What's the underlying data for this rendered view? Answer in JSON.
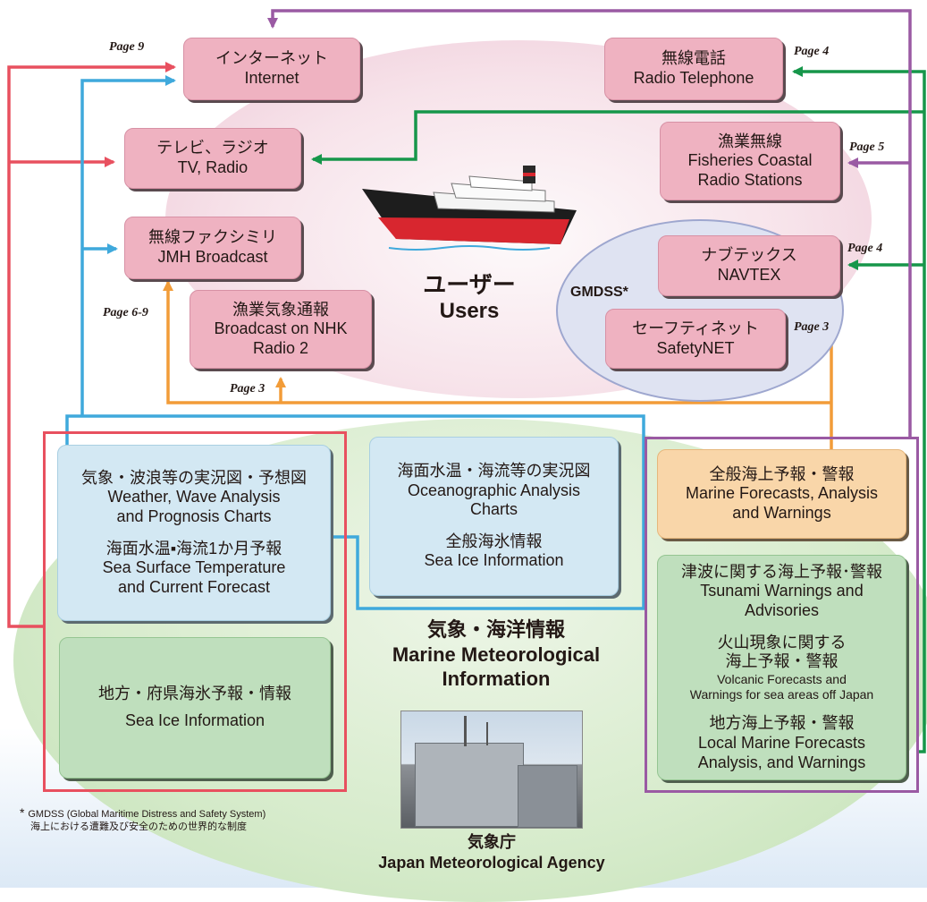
{
  "users": {
    "jp": "ユーザー",
    "en": "Users"
  },
  "gmdss_label": "GMDSS*",
  "nodes": {
    "internet": {
      "jp": "インターネット",
      "en": "Internet"
    },
    "tv_radio": {
      "jp": "テレビ、ラジオ",
      "en": "TV, Radio"
    },
    "jmh": {
      "jp": "無線ファクシミリ",
      "en": "JMH Broadcast"
    },
    "nhk": {
      "jp": "漁業気象通報",
      "en1": "Broadcast on NHK",
      "en2": "Radio 2"
    },
    "radio_tel": {
      "jp": "無線電話",
      "en": "Radio Telephone"
    },
    "fisheries": {
      "jp": "漁業無線",
      "en1": "Fisheries Coastal",
      "en2": "Radio Stations"
    },
    "navtex": {
      "jp": "ナブテックス",
      "en": "NAVTEX"
    },
    "safetynet": {
      "jp": "セーフティネット",
      "en": "SafetyNET"
    }
  },
  "pages": {
    "internet": "Page 9",
    "radio_tel": "Page 4",
    "fisheries": "Page 5",
    "navtex": "Page 4",
    "safetynet": "Page 3",
    "jmh": "Page 6-9",
    "nhk": "Page 3"
  },
  "info": {
    "weather": {
      "jp": "気象・波浪等の実況図・予想図",
      "en1": "Weather, Wave Analysis",
      "en2": "and Prognosis Charts"
    },
    "sst": {
      "jp": "海面水温▪海流1か月予報",
      "en1": "Sea Surface Temperature",
      "en2": "and Current Forecast"
    },
    "ocean": {
      "jp": "海面水温・海流等の実況図",
      "en1": "Oceanographic Analysis",
      "en2": "Charts"
    },
    "seaice": {
      "jp": "全般海氷情報",
      "en": "Sea Ice Information"
    },
    "local_ice": {
      "jp": "地方・府県海氷予報・情報",
      "en": "Sea Ice Information"
    },
    "marine": {
      "jp": "全般海上予報・警報",
      "en1": "Marine Forecasts, Analysis",
      "en2": "and Warnings"
    },
    "tsunami": {
      "jp": "津波に関する海上予報･警報",
      "en1": "Tsunami Warnings and",
      "en2": "Advisories"
    },
    "volcano": {
      "jp1": "火山現象に関する",
      "jp2": "海上予報・警報",
      "en1": "Volcanic Forecasts and",
      "en2": "Warnings for sea areas off Japan"
    },
    "local_marine": {
      "jp": "地方海上予報・警報",
      "en1": "Local Marine Forecasts",
      "en2": "Analysis, and Warnings"
    }
  },
  "center": {
    "jp": "気象・海洋情報",
    "en1": "Marine Meteorological",
    "en2": "Information"
  },
  "agency": {
    "jp": "気象庁",
    "en": "Japan Meteorological Agency"
  },
  "footnote": {
    "line1": "GMDSS (Global Maritime Distress and Safety System)",
    "line2": "海上における遭難及び安全のための世界的な制度"
  },
  "colors": {
    "red": "#e8505f",
    "blue": "#3fa9dc",
    "green": "#16964a",
    "purple": "#9a5aa3",
    "orange": "#f29c38"
  }
}
